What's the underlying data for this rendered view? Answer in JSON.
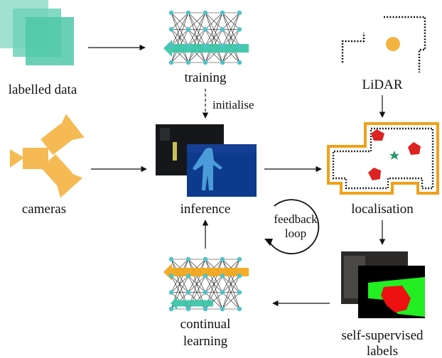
{
  "labels": {
    "labelled_data": "labelled data",
    "training": "training",
    "initialise": "initialise",
    "lidar": "LiDAR",
    "cameras": "cameras",
    "inference": "inference",
    "localisation": "localisation",
    "feedback": "feedback",
    "loop": "loop",
    "continual": "continual",
    "learning": "learning",
    "self_supervised": "self-supervised",
    "labels_word": "labels"
  },
  "colors": {
    "teal": "#3cc6a8",
    "teal_light": "#8fdcc8",
    "orange": "#f2a81d",
    "camera_orange": "#f5b545",
    "red": "#dd2222",
    "green_star": "#2a9a6a",
    "node": "#4cc3c9",
    "dark_blue": "#0d3a8c",
    "label_green": "#22ee22",
    "label_red": "#ee1111"
  },
  "icons": {
    "network": "neural-network-icon",
    "camera": "camera-icon",
    "map": "localisation-map-icon"
  }
}
